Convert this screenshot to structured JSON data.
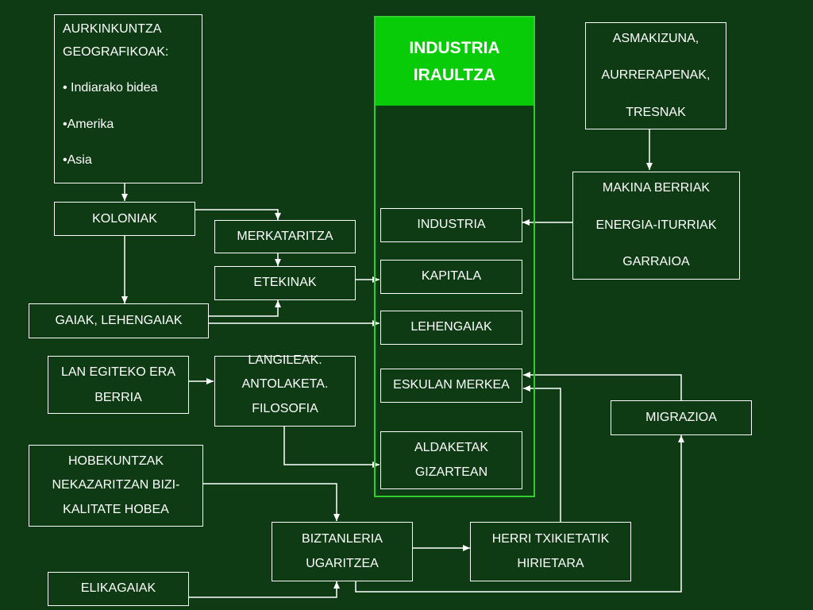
{
  "title": {
    "line1": "INDUSTRIA",
    "line2": "IRAULTZA"
  },
  "boxes": {
    "aurkinkuntza": {
      "line1": "AURKINKUNTZA",
      "line2": "GEOGRAFIKOAK:",
      "line3": "• Indiarako bidea",
      "line4": "•Amerika",
      "line5": "•Asia"
    },
    "koloniak": "KOLONIAK",
    "merkataritza": "MERKATARITZA",
    "etekinak": "ETEKINAK",
    "gaiak": "GAIAK, LEHENGAIAK",
    "lan_egiteko": {
      "line1": "LAN EGITEKO ERA",
      "line2": "BERRIA"
    },
    "langileak": {
      "line1": "LANGILEAK.",
      "line2": "ANTOLAKETA.",
      "line3": "FILOSOFIA"
    },
    "hobekuntzak": {
      "line1": "HOBEKUNTZAK",
      "line2": "NEKAZARITZAN BIZI-",
      "line3": "KALITATE HOBEA"
    },
    "elikagaiak": "ELIKAGAIAK",
    "biztanleria": {
      "line1": "BIZTANLERIA",
      "line2": "UGARITZEA"
    },
    "herri": {
      "line1": "HERRI TXIKIETATIK",
      "line2": "HIRIETARA"
    },
    "migrazioa": "MIGRAZIOA",
    "asmakizuna": {
      "line1": "ASMAKIZUNA,",
      "line2": "AURRERAPENAK,",
      "line3": "TRESNAK"
    },
    "makina": {
      "line1": "MAKINA BERRIAK",
      "line2": "ENERGIA-ITURRIAK",
      "line3": "GARRAIOA"
    },
    "industria": "INDUSTRIA",
    "kapitala": "KAPITALA",
    "lehengaiak": "LEHENGAIAK",
    "eskulan": "ESKULAN MERKEA",
    "aldaketak": {
      "line1": "ALDAKETAK",
      "line2": "GIZARTEAN"
    }
  },
  "colors": {
    "background": "#0e3b14",
    "header": "#07cc07",
    "frame": "#2ecf2e",
    "lines": "#ffffff"
  }
}
